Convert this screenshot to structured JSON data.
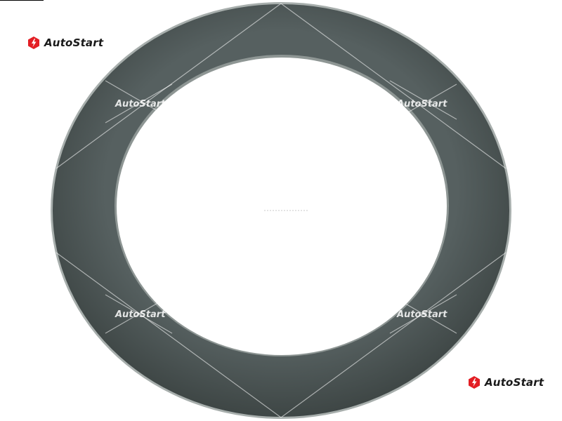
{
  "brand": {
    "logo_text": "AutoStart",
    "watermark_text": "AutoStart",
    "mark_color": "#e31e24",
    "text_color": "#1a1a1a"
  },
  "product": {
    "ring_color": "#4a5250",
    "edge_color": "#9aa19f"
  },
  "watermarks": [
    {
      "text": "AutoStart"
    },
    {
      "text": "AutoStart"
    },
    {
      "text": "AutoStart"
    },
    {
      "text": "AutoStart"
    }
  ]
}
